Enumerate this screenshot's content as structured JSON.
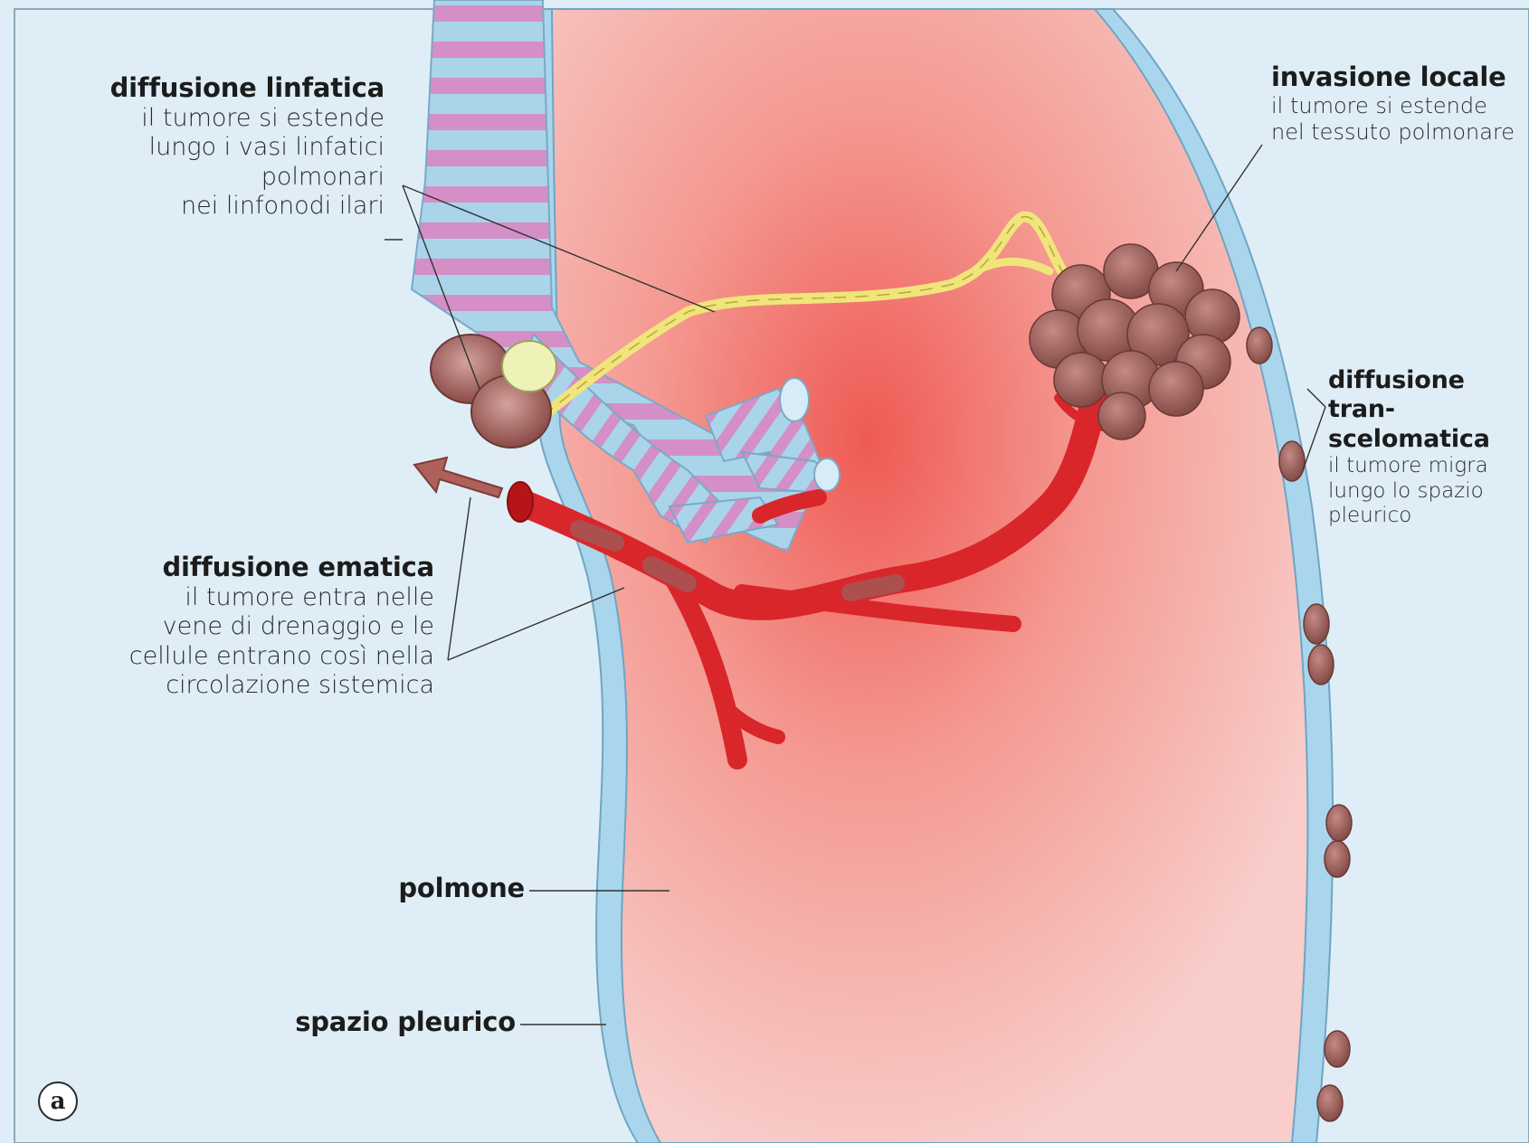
{
  "panel_letter": "a",
  "labels": {
    "lymphatic": {
      "title": "diffusione linfatica",
      "lines": [
        "il tumore si estende",
        "lungo i vasi linfatici",
        "polmonari",
        "nei linfonodi ilari"
      ]
    },
    "local": {
      "title": "invasione locale",
      "lines": [
        "il tumore si estende",
        "nel tessuto polmonare"
      ]
    },
    "transcoelomic": {
      "title_lines": [
        "diffusione tran-",
        "scelomatica"
      ],
      "lines": [
        "il tumore migra",
        "lungo lo spazio",
        "pleurico"
      ]
    },
    "hematic": {
      "title": "diffusione ematica",
      "lines": [
        "il tumore entra nelle",
        "vene di drenaggio e le",
        "cellule entrano così nella",
        "circolazione sistemica"
      ]
    },
    "lung": "polmone",
    "pleural_space": "spazio pleurico"
  },
  "colors": {
    "background": "#dfeef6",
    "lung_tissue": "#f4b7b4",
    "lung_center": "#ef5b55",
    "pleura": "#a9d6ec",
    "bronchus": "#aad4ea",
    "cartilage_rings": "#d38fc6",
    "lymph_vessel": "#f0e57a",
    "vein": "#d9262a",
    "tumor": "#9c5f5a"
  }
}
